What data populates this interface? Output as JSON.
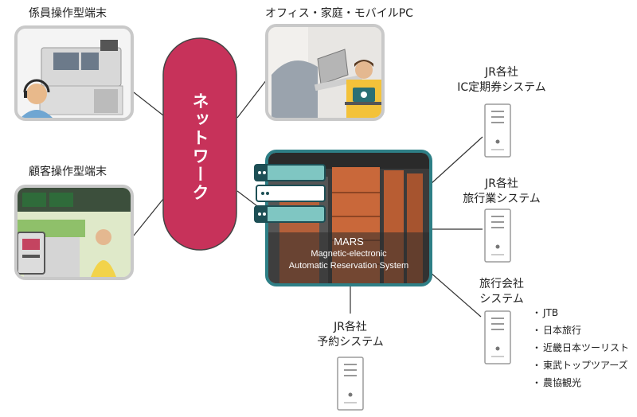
{
  "terminals": {
    "staff_label": "係員操作型端末",
    "customer_label": "顧客操作型端末",
    "office_label": "オフィス・家庭・モバイルPC"
  },
  "network": {
    "label": "ネットワーク"
  },
  "mars": {
    "title": "MARS",
    "subtitle_line1": "Magnetic-electronic",
    "subtitle_line2": "Automatic Reservation System"
  },
  "systems": {
    "ic_pass": {
      "line1": "JR各社",
      "line2": "IC定期券システム"
    },
    "travel": {
      "line1": "JR各社",
      "line2": "旅行業システム"
    },
    "agency": {
      "line1": "旅行会社",
      "line2": "システム"
    },
    "reservation": {
      "line1": "JR各社",
      "line2": "予約システム"
    }
  },
  "agencies": {
    "bullet": "・",
    "items": [
      "JTB",
      "日本旅行",
      "近畿日本ツーリスト",
      "東武トップツアーズ",
      "農協観光"
    ]
  },
  "colors": {
    "network": "#c7325a",
    "mars_border": "#2e7f86",
    "server_teal": "#7fc6c2",
    "server_dark": "#1d4f55",
    "panel_orange": "#c9683a",
    "photo_border": "#c9c9c9",
    "icon_border": "#9b9b9b"
  }
}
